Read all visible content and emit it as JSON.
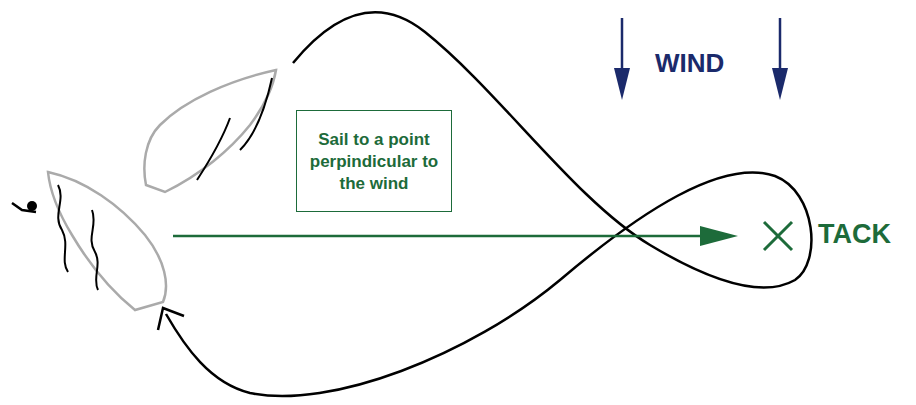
{
  "diagram": {
    "nodes": [
      {
        "text": [
          "Sail to a point perpindicular to the wind"
        ]
      }
    ],
    "labels": [
      "WIND",
      "TACK"
    ]
  }
}
